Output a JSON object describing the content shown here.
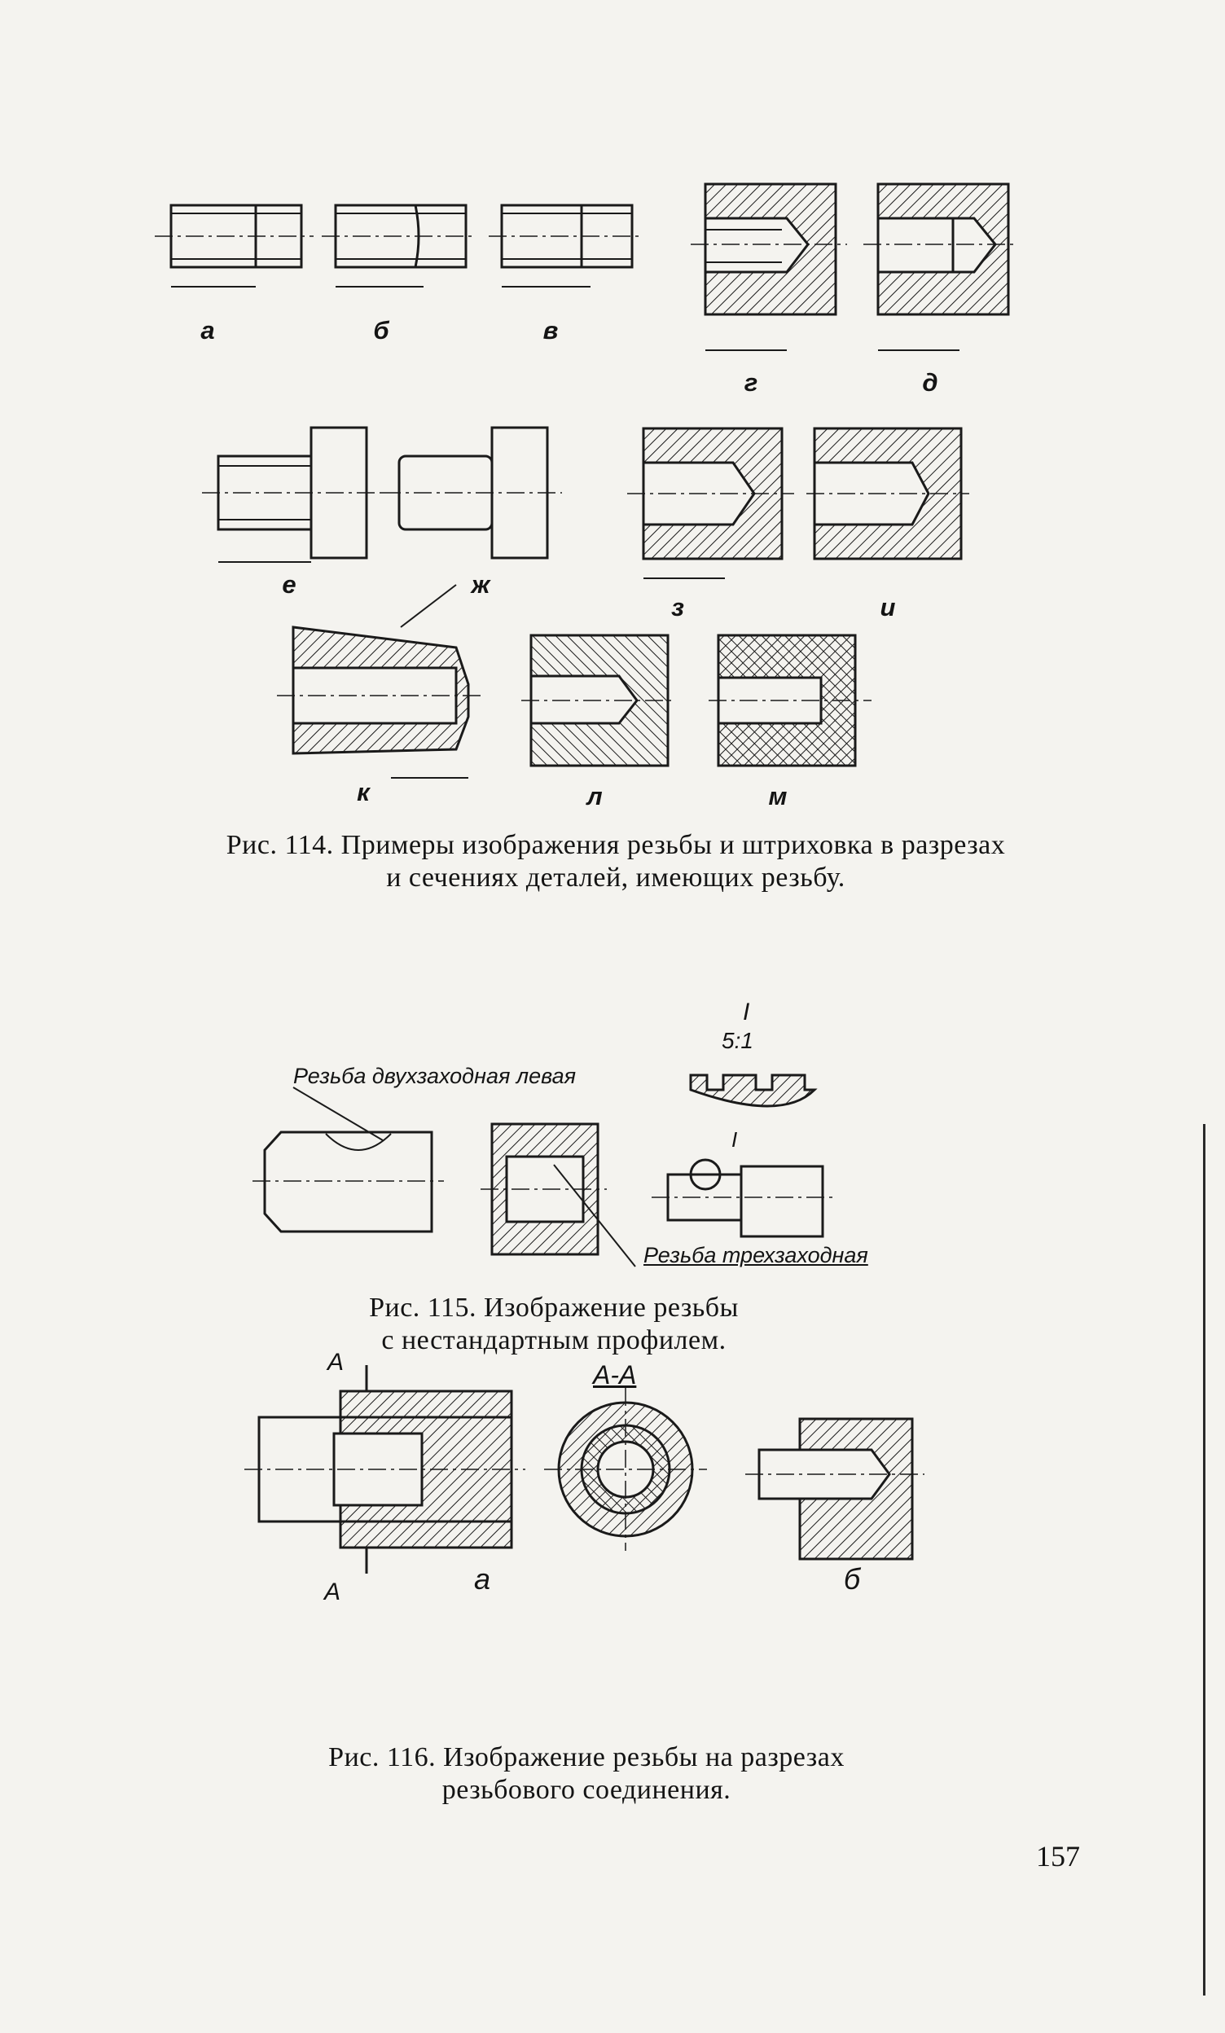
{
  "figures": [
    {
      "caption": [
        "Рис. 114. Примеры изображения резьбы и штриховка в разрезах",
        "и сечениях деталей, имеющих резьбу."
      ],
      "panel_labels": [
        "а",
        "б",
        "в",
        "г",
        "д",
        "е",
        "ж",
        "з",
        "и",
        "к",
        "л",
        "м"
      ]
    },
    {
      "caption": [
        "Рис. 115. Изображение резьбы",
        "с нестандартным профилем."
      ],
      "annotations": {
        "left": "Резьба двухзаходная левая",
        "right": "Резьба трехзаходная",
        "detail": "I",
        "scale": "5:1"
      }
    },
    {
      "caption": [
        "Рис. 116. Изображение резьбы на разрезах",
        "резьбового соединения."
      ],
      "annotations": {
        "section_mark": "А",
        "section_title": "А-А",
        "panel_labels": [
          "а",
          "б"
        ]
      }
    }
  ],
  "page_number": "157"
}
